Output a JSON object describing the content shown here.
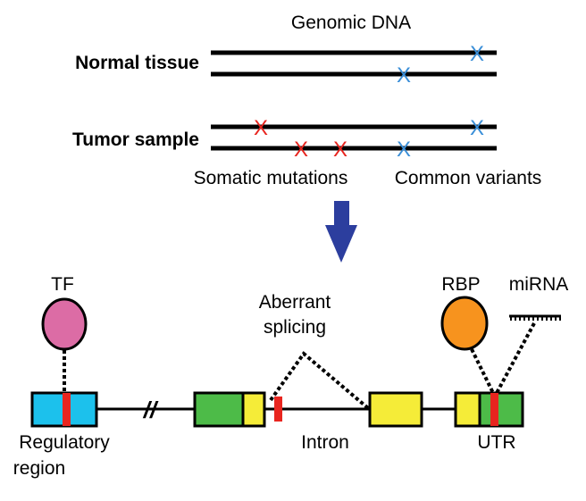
{
  "title": "Genomic DNA",
  "normal_label": "Normal tissue",
  "tumor_label": "Tumor sample",
  "somatic_label": "Somatic mutations",
  "common_label": "Common variants",
  "tf_label": "TF",
  "aberrant_label_1": "Aberrant",
  "aberrant_label_2": "splicing",
  "rbp_label": "RBP",
  "mirna_label": "miRNA",
  "regulatory_label_1": "Regulatory",
  "regulatory_label_2": "region",
  "intron_label": "Intron",
  "utr_label": "UTR",
  "break_mark": "//",
  "somatic_mark": "X",
  "common_mark": "X",
  "colors": {
    "somatic": "#e8251f",
    "common": "#3b8fd8",
    "arrow": "#2c3e9e",
    "tf": "#dc6ca5",
    "rbp": "#f7931e",
    "regulatory_box": "#1cc1ec",
    "exon_green": "#4dbb48",
    "exon_yellow": "#f5ec38",
    "mutation_bar": "#e8251f"
  }
}
